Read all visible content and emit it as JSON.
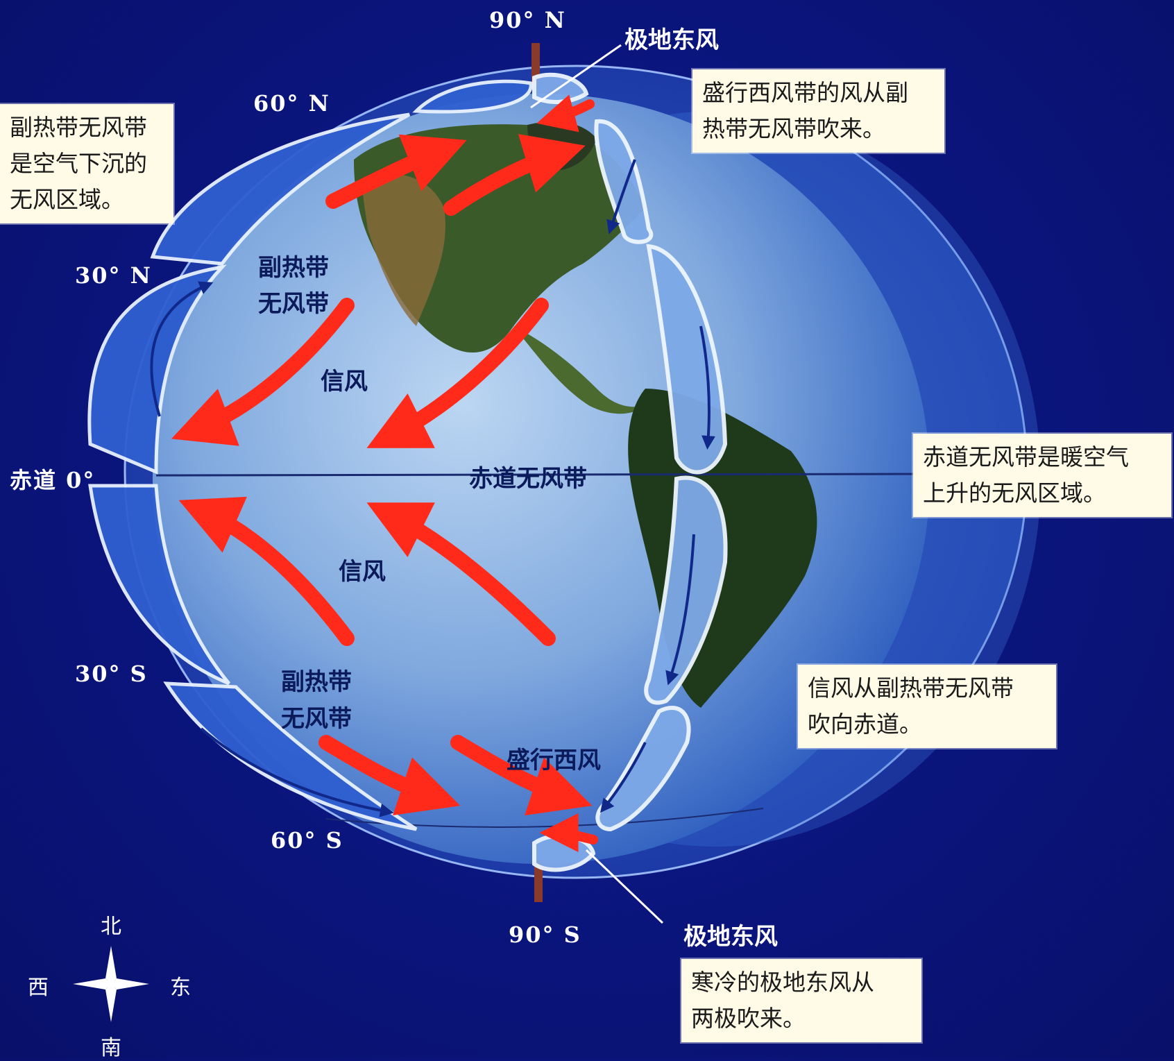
{
  "latitudes": {
    "n90": "90° N",
    "n60": "60° N",
    "n30": "30° N",
    "equator": "赤道 0°",
    "s30": "30° S",
    "s60": "60° S",
    "s90": "90° S"
  },
  "zones": {
    "subtropical_calm_n_1": "副热带",
    "subtropical_calm_n_2": "无风带",
    "trade_wind_n": "信风",
    "equatorial_calm": "赤道无风带",
    "trade_wind_s": "信风",
    "subtropical_calm_s_1": "副热带",
    "subtropical_calm_s_2": "无风带",
    "westerlies_s": "盛行西风",
    "polar_easterlies_n": "极地东风",
    "polar_easterlies_s": "极地东风"
  },
  "notes": {
    "subtropical": [
      "副热带无风带",
      "是空气下沉的",
      "无风区域。"
    ],
    "westerlies": [
      "盛行西风带的风从副",
      "热带无风带吹来。"
    ],
    "equatorial": [
      "赤道无风带是暖空气",
      "上升的无风区域。"
    ],
    "trade": [
      "信风从副热带无风带",
      "吹向赤道。"
    ],
    "polar": [
      "寒冷的极地东风从",
      "两极吹来。"
    ]
  },
  "compass": {
    "north": "北",
    "south": "南",
    "west": "西",
    "east": "东"
  },
  "colors": {
    "background": "#0b1680",
    "arrow": "#ff2a1a",
    "cell": "#2f5fd0",
    "note_bg": "#fffbe6"
  }
}
